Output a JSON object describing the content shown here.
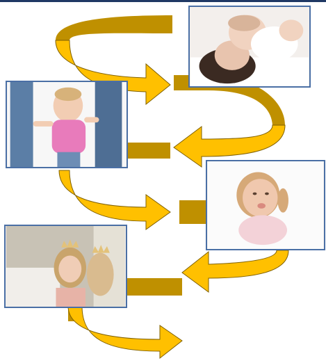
{
  "slide": {
    "accent_color": "#1f3864",
    "arrow_light": "#ffc000",
    "arrow_dark": "#bf9000",
    "frame_color": "#4a6fa5"
  },
  "photos": [
    {
      "subject": "mother-with-infant",
      "icon": "nursing-baby-photo"
    },
    {
      "subject": "toddler-walking",
      "icon": "toddler-walking-photo"
    },
    {
      "subject": "young-girl-looking-up",
      "icon": "child-looking-up-photo"
    },
    {
      "subject": "girls-with-crowns",
      "icon": "girls-with-crowns-photo"
    }
  ]
}
